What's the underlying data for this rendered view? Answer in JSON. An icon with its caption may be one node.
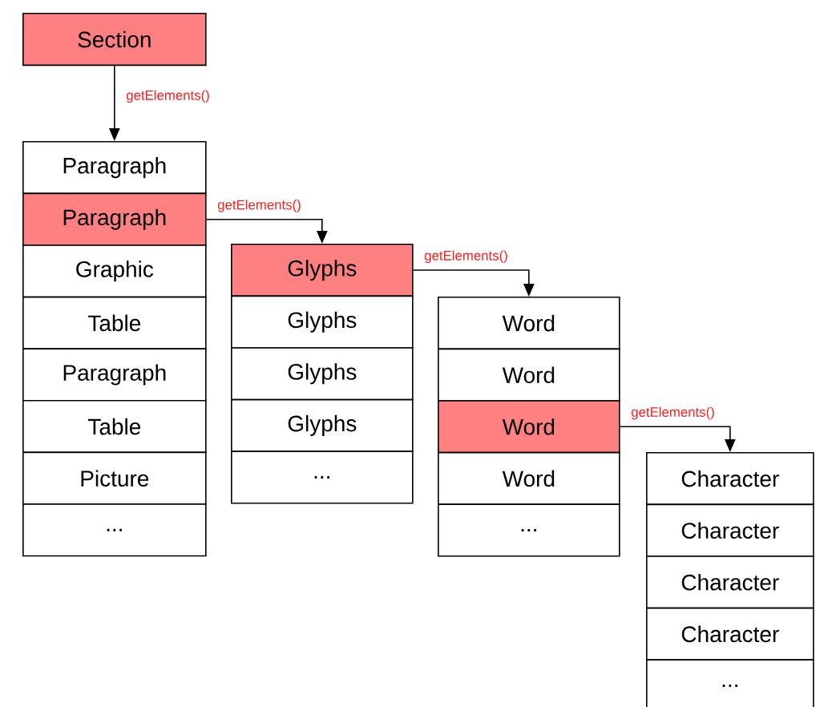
{
  "diagram": {
    "nodes": [
      {
        "text": [
          "Section"
        ]
      },
      {
        "text": [
          "Paragraph"
        ]
      },
      {
        "text": [
          "Paragraph"
        ]
      },
      {
        "text": [
          "Graphic"
        ]
      },
      {
        "text": [
          "Table"
        ]
      },
      {
        "text": [
          "Paragraph"
        ]
      },
      {
        "text": [
          "Table"
        ]
      },
      {
        "text": [
          "Picture"
        ]
      },
      {
        "text": [
          "..."
        ]
      },
      {
        "text": [
          "Glyphs"
        ]
      },
      {
        "text": [
          "Glyphs"
        ]
      },
      {
        "text": [
          "Glyphs"
        ]
      },
      {
        "text": [
          "Glyphs"
        ]
      },
      {
        "text": [
          "..."
        ]
      },
      {
        "text": [
          "Word"
        ]
      },
      {
        "text": [
          "Word"
        ]
      },
      {
        "text": [
          "Word"
        ]
      },
      {
        "text": [
          "Word"
        ]
      },
      {
        "text": [
          "..."
        ]
      },
      {
        "text": [
          "Character"
        ]
      },
      {
        "text": [
          "Character"
        ]
      },
      {
        "text": [
          "Character"
        ]
      },
      {
        "text": [
          "Character"
        ]
      },
      {
        "text": [
          "..."
        ]
      }
    ],
    "edges": [
      {
        "from": 0,
        "to": 1,
        "arrow": "to",
        "label": "getElements()"
      },
      {
        "from": 2,
        "to": 9,
        "arrow": "to",
        "label": "getElements()"
      },
      {
        "from": 9,
        "to": 14,
        "arrow": "to",
        "label": "getElements()"
      },
      {
        "from": 16,
        "to": 19,
        "arrow": "to",
        "label": "getElements()"
      }
    ]
  }
}
